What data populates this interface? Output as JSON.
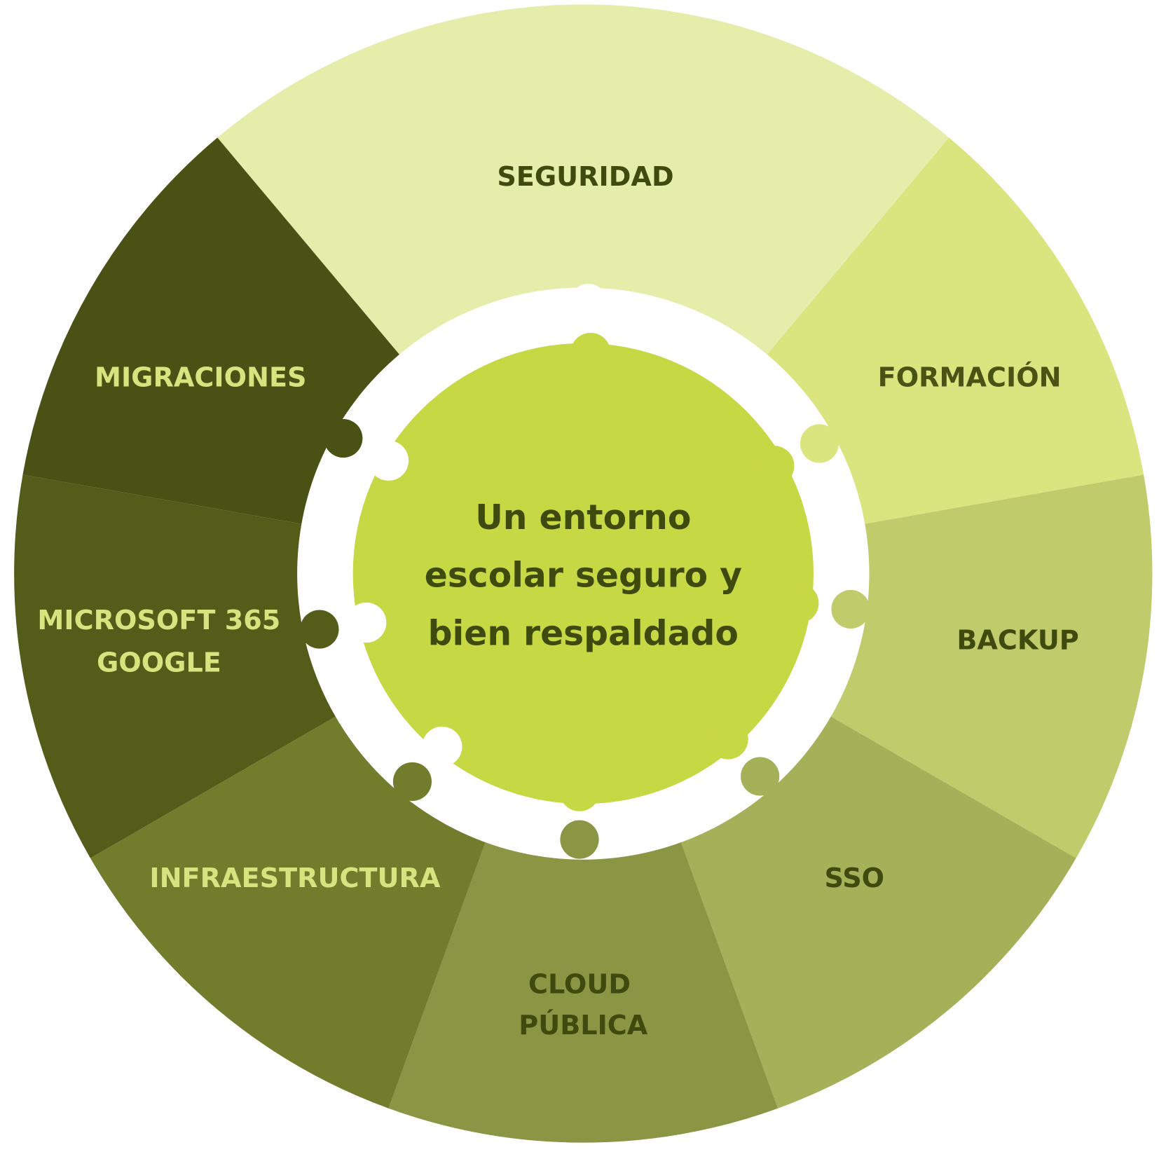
{
  "center": {
    "lines": [
      "Un entorno",
      "escolar seguro y",
      "bien respaldado"
    ],
    "color": "#c7d845",
    "text_color": "#3f4a0e"
  },
  "segments": [
    {
      "id": "seguridad",
      "lines": [
        "SEGURIDAD"
      ],
      "start_deg": -40,
      "end_deg": 40,
      "color": "#e5edab",
      "text_color": "#3f4a0e"
    },
    {
      "id": "formacion",
      "lines": [
        "FORMACIÓN"
      ],
      "start_deg": 40,
      "end_deg": 80,
      "color": "#dbe57f",
      "text_color": "#4a5314"
    },
    {
      "id": "backup",
      "lines": [
        "BACKUP"
      ],
      "start_deg": 80,
      "end_deg": 120,
      "color": "#c0cb6c",
      "text_color": "#3f4a0e"
    },
    {
      "id": "sso",
      "lines": [
        "SSO"
      ],
      "start_deg": 120,
      "end_deg": 160,
      "color": "#a5b158",
      "text_color": "#3f4a0e"
    },
    {
      "id": "cloud-publica",
      "lines": [
        "CLOUD",
        "PÚBLICA"
      ],
      "start_deg": 160,
      "end_deg": 200,
      "color": "#8a9644",
      "text_color": "#3f4a0e"
    },
    {
      "id": "infraestructura",
      "lines": [
        "INFRAESTRUCTURA"
      ],
      "start_deg": 200,
      "end_deg": 240,
      "color": "#727c2d",
      "text_color": "#d6e37f"
    },
    {
      "id": "microsoft-google",
      "lines": [
        "MICROSOFT 365",
        "GOOGLE"
      ],
      "start_deg": 240,
      "end_deg": 280,
      "color": "#535c18",
      "text_color": "#d6e37f"
    },
    {
      "id": "migraciones",
      "lines": [
        "MIGRACIONES"
      ],
      "start_deg": 280,
      "end_deg": 320,
      "color": "#495214",
      "text_color": "#d6e37f"
    }
  ]
}
